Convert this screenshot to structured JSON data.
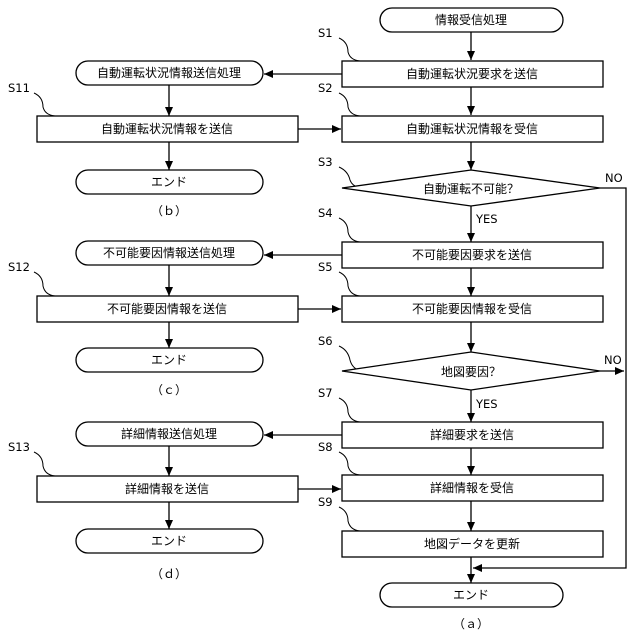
{
  "flow_a": {
    "start": "情報受信処理",
    "s1_box": "自動運転状況要求を送信",
    "s2_box": "自動運転状況情報を受信",
    "s3_decision": "自動運転不可能？",
    "s4_box": "不可能要因要求を送信",
    "s5_box": "不可能要因情報を受信",
    "s6_decision": "地図要因？",
    "s7_box": "詳細要求を送信",
    "s8_box": "詳細情報を受信",
    "s9_box": "地図データを更新",
    "end": "エンド",
    "caption": "（ａ）",
    "yes_label_1": "YES",
    "yes_label_2": "YES",
    "no_label_1": "NO",
    "no_label_2": "NO"
  },
  "flow_b": {
    "start": "自動運転状況情報送信処理",
    "s11_box": "自動運転状況情報を送信",
    "end": "エンド",
    "caption": "（ｂ）"
  },
  "flow_c": {
    "start": "不可能要因情報送信処理",
    "s12_box": "不可能要因情報を送信",
    "end": "エンド",
    "caption": "（ｃ）"
  },
  "flow_d": {
    "start": "詳細情報送信処理",
    "s13_box": "詳細情報を送信",
    "end": "エンド",
    "caption": "（ｄ）"
  },
  "step_labels": {
    "s1": "S1",
    "s2": "S2",
    "s3": "S3",
    "s4": "S4",
    "s5": "S5",
    "s6": "S6",
    "s7": "S7",
    "s8": "S8",
    "s9": "S9",
    "s11": "S11",
    "s12": "S12",
    "s13": "S13"
  }
}
